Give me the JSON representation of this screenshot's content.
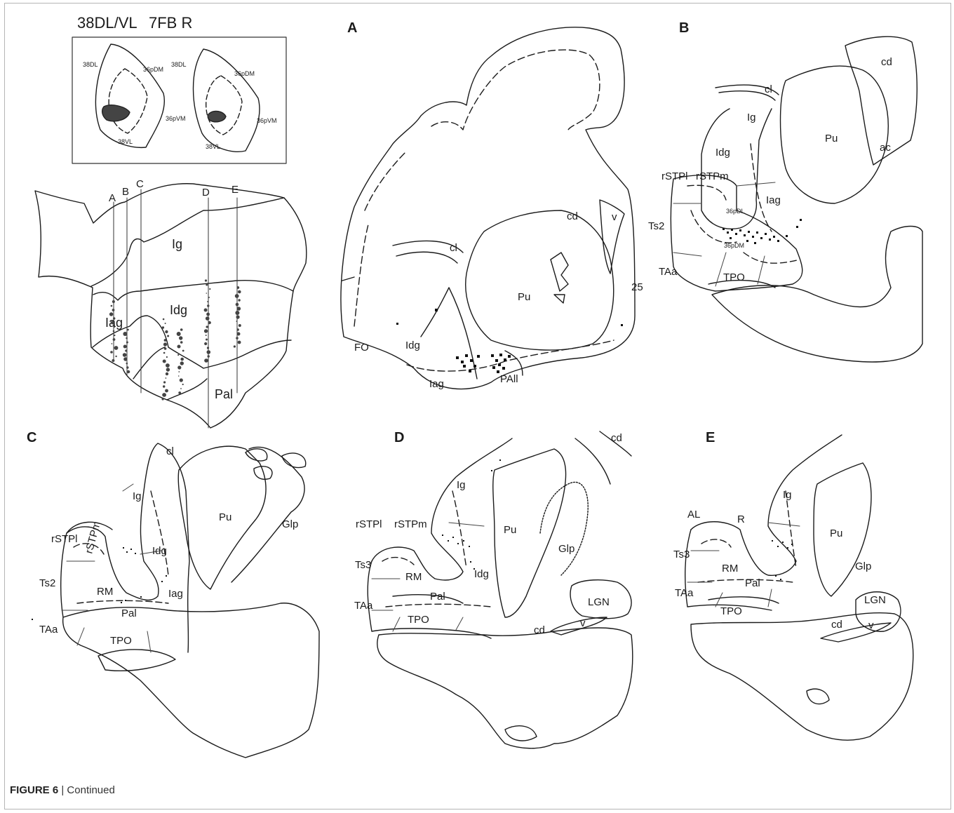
{
  "figure": {
    "caption_label": "FIGURE 6",
    "caption_sep": " | ",
    "caption_text": "Continued"
  },
  "inset": {
    "title_left": "38DL/VL",
    "title_right": "7FB R",
    "labels": {
      "a38dl": "38DL",
      "a36pdm": "36pDM",
      "a36pvm": "36pVM",
      "a38vl": "38VL"
    }
  },
  "flatmap": {
    "columns": [
      "A",
      "B",
      "C",
      "D",
      "E"
    ],
    "regions": {
      "ig": "Ig",
      "idg": "Idg",
      "iag": "Iag",
      "pal": "Pal"
    }
  },
  "panels": {
    "A": {
      "letter": "A",
      "labels": {
        "cd": "cd",
        "v": "v",
        "cl": "cl",
        "pu": "Pu",
        "n25": "25",
        "fo": "FO",
        "idg": "Idg",
        "iag": "Iag",
        "pall": "PAll"
      }
    },
    "B": {
      "letter": "B",
      "labels": {
        "cd": "cd",
        "cl": "cl",
        "ig": "Ig",
        "pu": "Pu",
        "ac": "ac",
        "idg": "Idg",
        "rstpl": "rSTPl",
        "rstpm": "rSTPm",
        "iag": "Iag",
        "ts2": "Ts2",
        "a36pdl": "36pDL",
        "a36pdm": "36pDM",
        "taa": "TAa",
        "tpo": "TPO"
      }
    },
    "C": {
      "letter": "C",
      "labels": {
        "cl": "cl",
        "ig": "Ig",
        "pu": "Pu",
        "glp": "Glp",
        "rstpl": "rSTPl",
        "rstpm": "rSTPm",
        "idg": "Idg",
        "ts2": "Ts2",
        "rm": "RM",
        "iag": "Iag",
        "pal": "Pal",
        "taa": "TAa",
        "tpo": "TPO"
      }
    },
    "D": {
      "letter": "D",
      "labels": {
        "cd": "cd",
        "ig": "Ig",
        "rstpl": "rSTPl",
        "rstpm": "rSTPm",
        "pu": "Pu",
        "glp": "Glp",
        "ts3": "Ts3",
        "rm": "RM",
        "idg": "Idg",
        "lgn": "LGN",
        "taa": "TAa",
        "pal": "Pal",
        "tpo": "TPO",
        "cd2": "cd",
        "v": "v"
      }
    },
    "E": {
      "letter": "E",
      "labels": {
        "ig": "Ig",
        "al": "AL",
        "r": "R",
        "pu": "Pu",
        "ts3": "Ts3",
        "glp": "Glp",
        "rm": "RM",
        "pal": "Pal",
        "lgn": "LGN",
        "taa": "TAa",
        "tpo": "TPO",
        "cd": "cd",
        "v": "v"
      }
    }
  },
  "colors": {
    "ink": "#1b1b1b",
    "line": "#6e6e6e",
    "frame": "#b5b5b5"
  }
}
